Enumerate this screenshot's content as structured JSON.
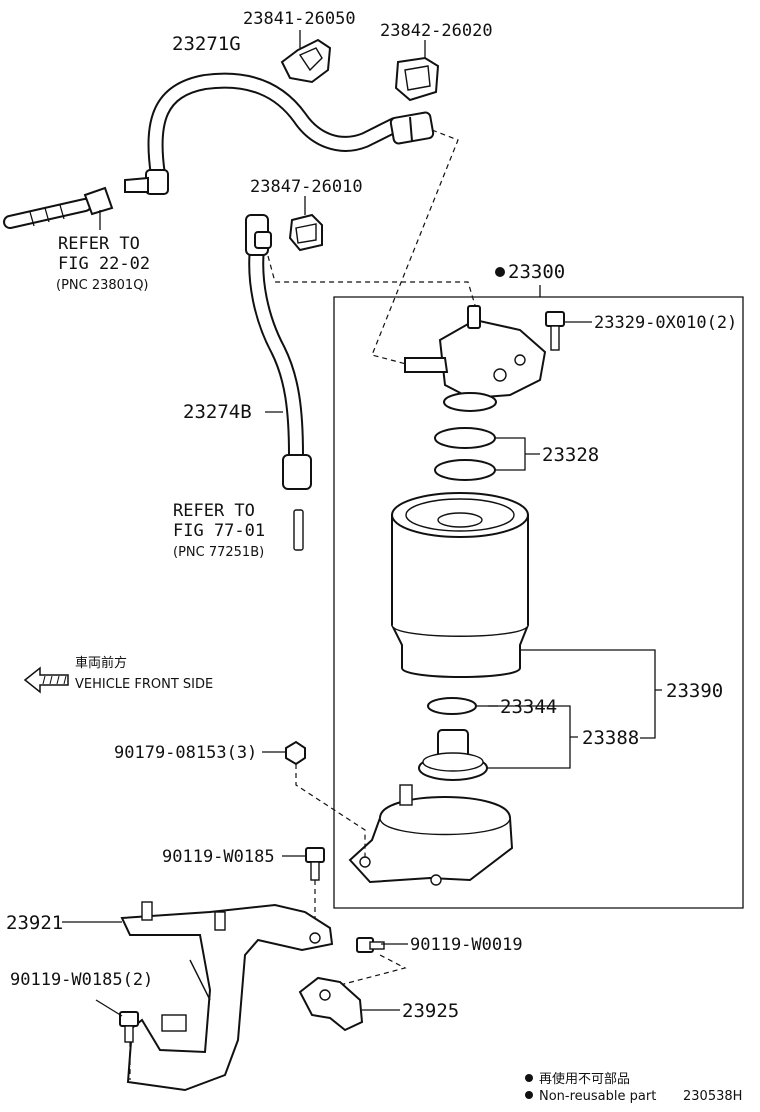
{
  "labels": {
    "p23841": "23841-26050",
    "p23842": "23842-26020",
    "p23271": "23271G",
    "p23847": "23847-26010",
    "refer1_line1": "REFER TO",
    "refer1_line2": "FIG 22-02",
    "refer1_line3": "(PNC 23801Q)",
    "p23300": "23300",
    "p23329": "23329-0X010(2)",
    "p23274": "23274B",
    "p23328": "23328",
    "refer2_line1": "REFER TO",
    "refer2_line2": "FIG 77-01",
    "refer2_line3": "(PNC 77251B)",
    "p23390": "23390",
    "p23344": "23344",
    "p23388": "23388",
    "p90179": "90179-08153(3)",
    "p90119a": "90119-W0185",
    "p23921": "23921",
    "p90119b": "90119-W0019",
    "p90119c": "90119-W0185(2)",
    "p23925": "23925"
  },
  "front_side": {
    "jp": "車両前方",
    "en": "VEHICLE FRONT SIDE",
    "icon": "arrow-left-hatched-icon"
  },
  "legend": {
    "jp": "再使用不可部品",
    "en": "Non-reusable part",
    "icon": "filled-dot-icon"
  },
  "figure_id": "230538H"
}
